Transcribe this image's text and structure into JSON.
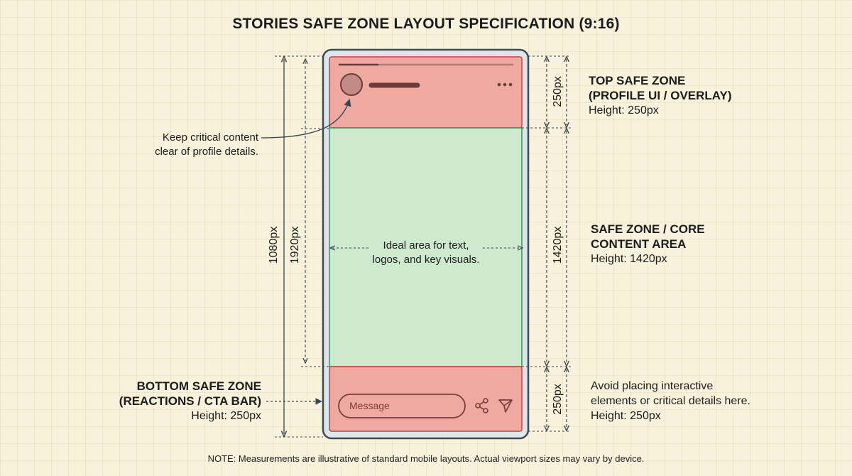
{
  "title": "STORIES SAFE ZONE LAYOUT SPECIFICATION (9:16)",
  "note": "NOTE: Measurements are illustrative of standard mobile layouts. Actual viewport sizes may vary by device.",
  "dimensions": {
    "width_label": "1080px",
    "height_label": "1920px",
    "top_label": "250px",
    "middle_label": "1420px",
    "bottom_label": "250px"
  },
  "top_zone": {
    "title_line1": "TOP SAFE ZONE",
    "title_line2": "(PROFILE UI / OVERLAY)",
    "height": "Height: 250px"
  },
  "middle_zone": {
    "title_line1": "SAFE ZONE / CORE",
    "title_line2": "CONTENT AREA",
    "height": "Height: 1420px",
    "ideal_line1": "Ideal area for text,",
    "ideal_line2": "logos, and key visuals."
  },
  "bottom_zone": {
    "title_line1": "BOTTOM SAFE ZONE",
    "title_line2": "(REACTIONS / CTA BAR)",
    "height": "Height: 250px",
    "note_line1": "Avoid placing interactive",
    "note_line2": "elements or critical details here.",
    "note_height": "Height: 250px"
  },
  "callout": {
    "line1": "Keep critical content",
    "line2": "clear of profile details."
  },
  "phone": {
    "message_placeholder": "Message",
    "more_icon": "more-dots-icon",
    "share_icon": "share-icon",
    "send_icon": "send-icon"
  },
  "colors": {
    "unsafe_fill": "#eeaaa0",
    "unsafe_stroke": "#cc3c3c",
    "safe_fill": "#cde9ce",
    "safe_stroke": "#2e9a52",
    "phone_frame": "#dfe6ea",
    "phone_border": "#3f4a52"
  }
}
